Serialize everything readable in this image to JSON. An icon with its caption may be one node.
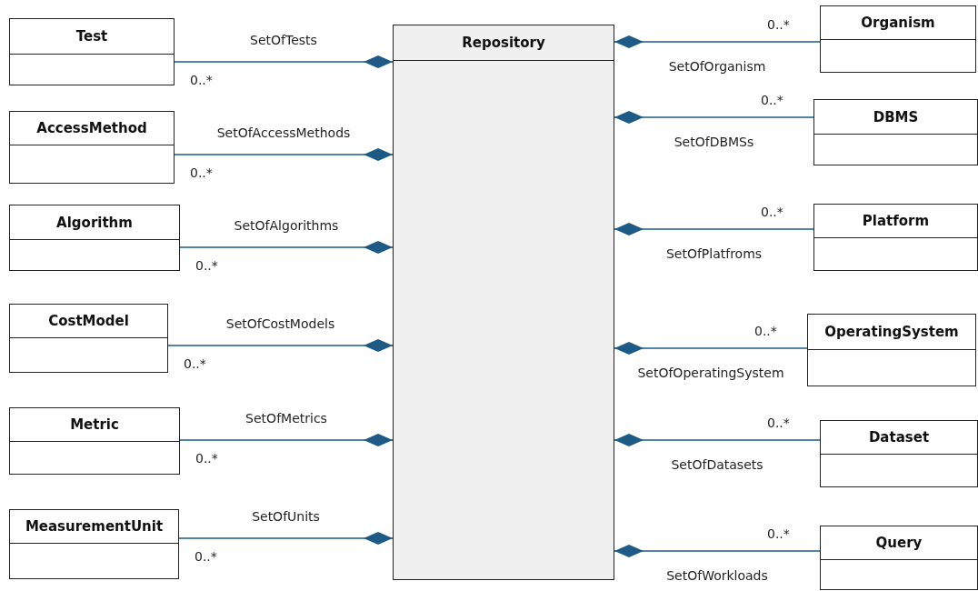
{
  "diagram": {
    "nodes": [
      {
        "text": [
          "Test"
        ]
      },
      {
        "text": [
          "AccessMethod"
        ]
      },
      {
        "text": [
          "Algorithm"
        ]
      },
      {
        "text": [
          "CostModel"
        ]
      },
      {
        "text": [
          "Metric"
        ]
      },
      {
        "text": [
          "MeasurementUnit"
        ]
      },
      {
        "text": [
          "Repository"
        ]
      },
      {
        "text": [
          "Organism"
        ]
      },
      {
        "text": [
          "DBMS"
        ]
      },
      {
        "text": [
          "Platform"
        ]
      },
      {
        "text": [
          "OperatingSystem"
        ]
      },
      {
        "text": [
          "Dataset"
        ]
      },
      {
        "text": [
          "Query"
        ]
      }
    ],
    "edges": [
      {
        "from": 0,
        "to": 6,
        "arrow": "other",
        "label": "SetOfTests"
      },
      {
        "from": 1,
        "to": 6,
        "arrow": "other",
        "label": "SetOfAccessMethods"
      },
      {
        "from": 2,
        "to": 6,
        "arrow": "other",
        "label": "SetOfAlgorithms"
      },
      {
        "from": 3,
        "to": 6,
        "arrow": "other",
        "label": "SetOfCostModels"
      },
      {
        "from": 4,
        "to": 6,
        "arrow": "other",
        "label": "SetOfMetrics"
      },
      {
        "from": 5,
        "to": 6,
        "arrow": "other",
        "label": "SetOfUnits"
      },
      {
        "from": 7,
        "to": 6,
        "arrow": "other",
        "label": "SetOfOrganism"
      },
      {
        "from": 8,
        "to": 6,
        "arrow": "other",
        "label": "SetOfDBMSs"
      },
      {
        "from": 9,
        "to": 6,
        "arrow": "other",
        "label": "SetOfPlatfroms"
      },
      {
        "from": 10,
        "to": 6,
        "arrow": "other",
        "label": "SetOfOperatingSystem"
      },
      {
        "from": 11,
        "to": 6,
        "arrow": "other",
        "label": "SetOfDatasets"
      },
      {
        "from": 12,
        "to": 6,
        "arrow": "other",
        "label": "SetOfWorkloads"
      }
    ],
    "labels": [
      "0..*",
      "0..*",
      "0..*",
      "0..*",
      "0..*",
      "0..*",
      "0..*",
      "0..*",
      "0..*",
      "0..*",
      "0..*",
      "0..*"
    ]
  }
}
